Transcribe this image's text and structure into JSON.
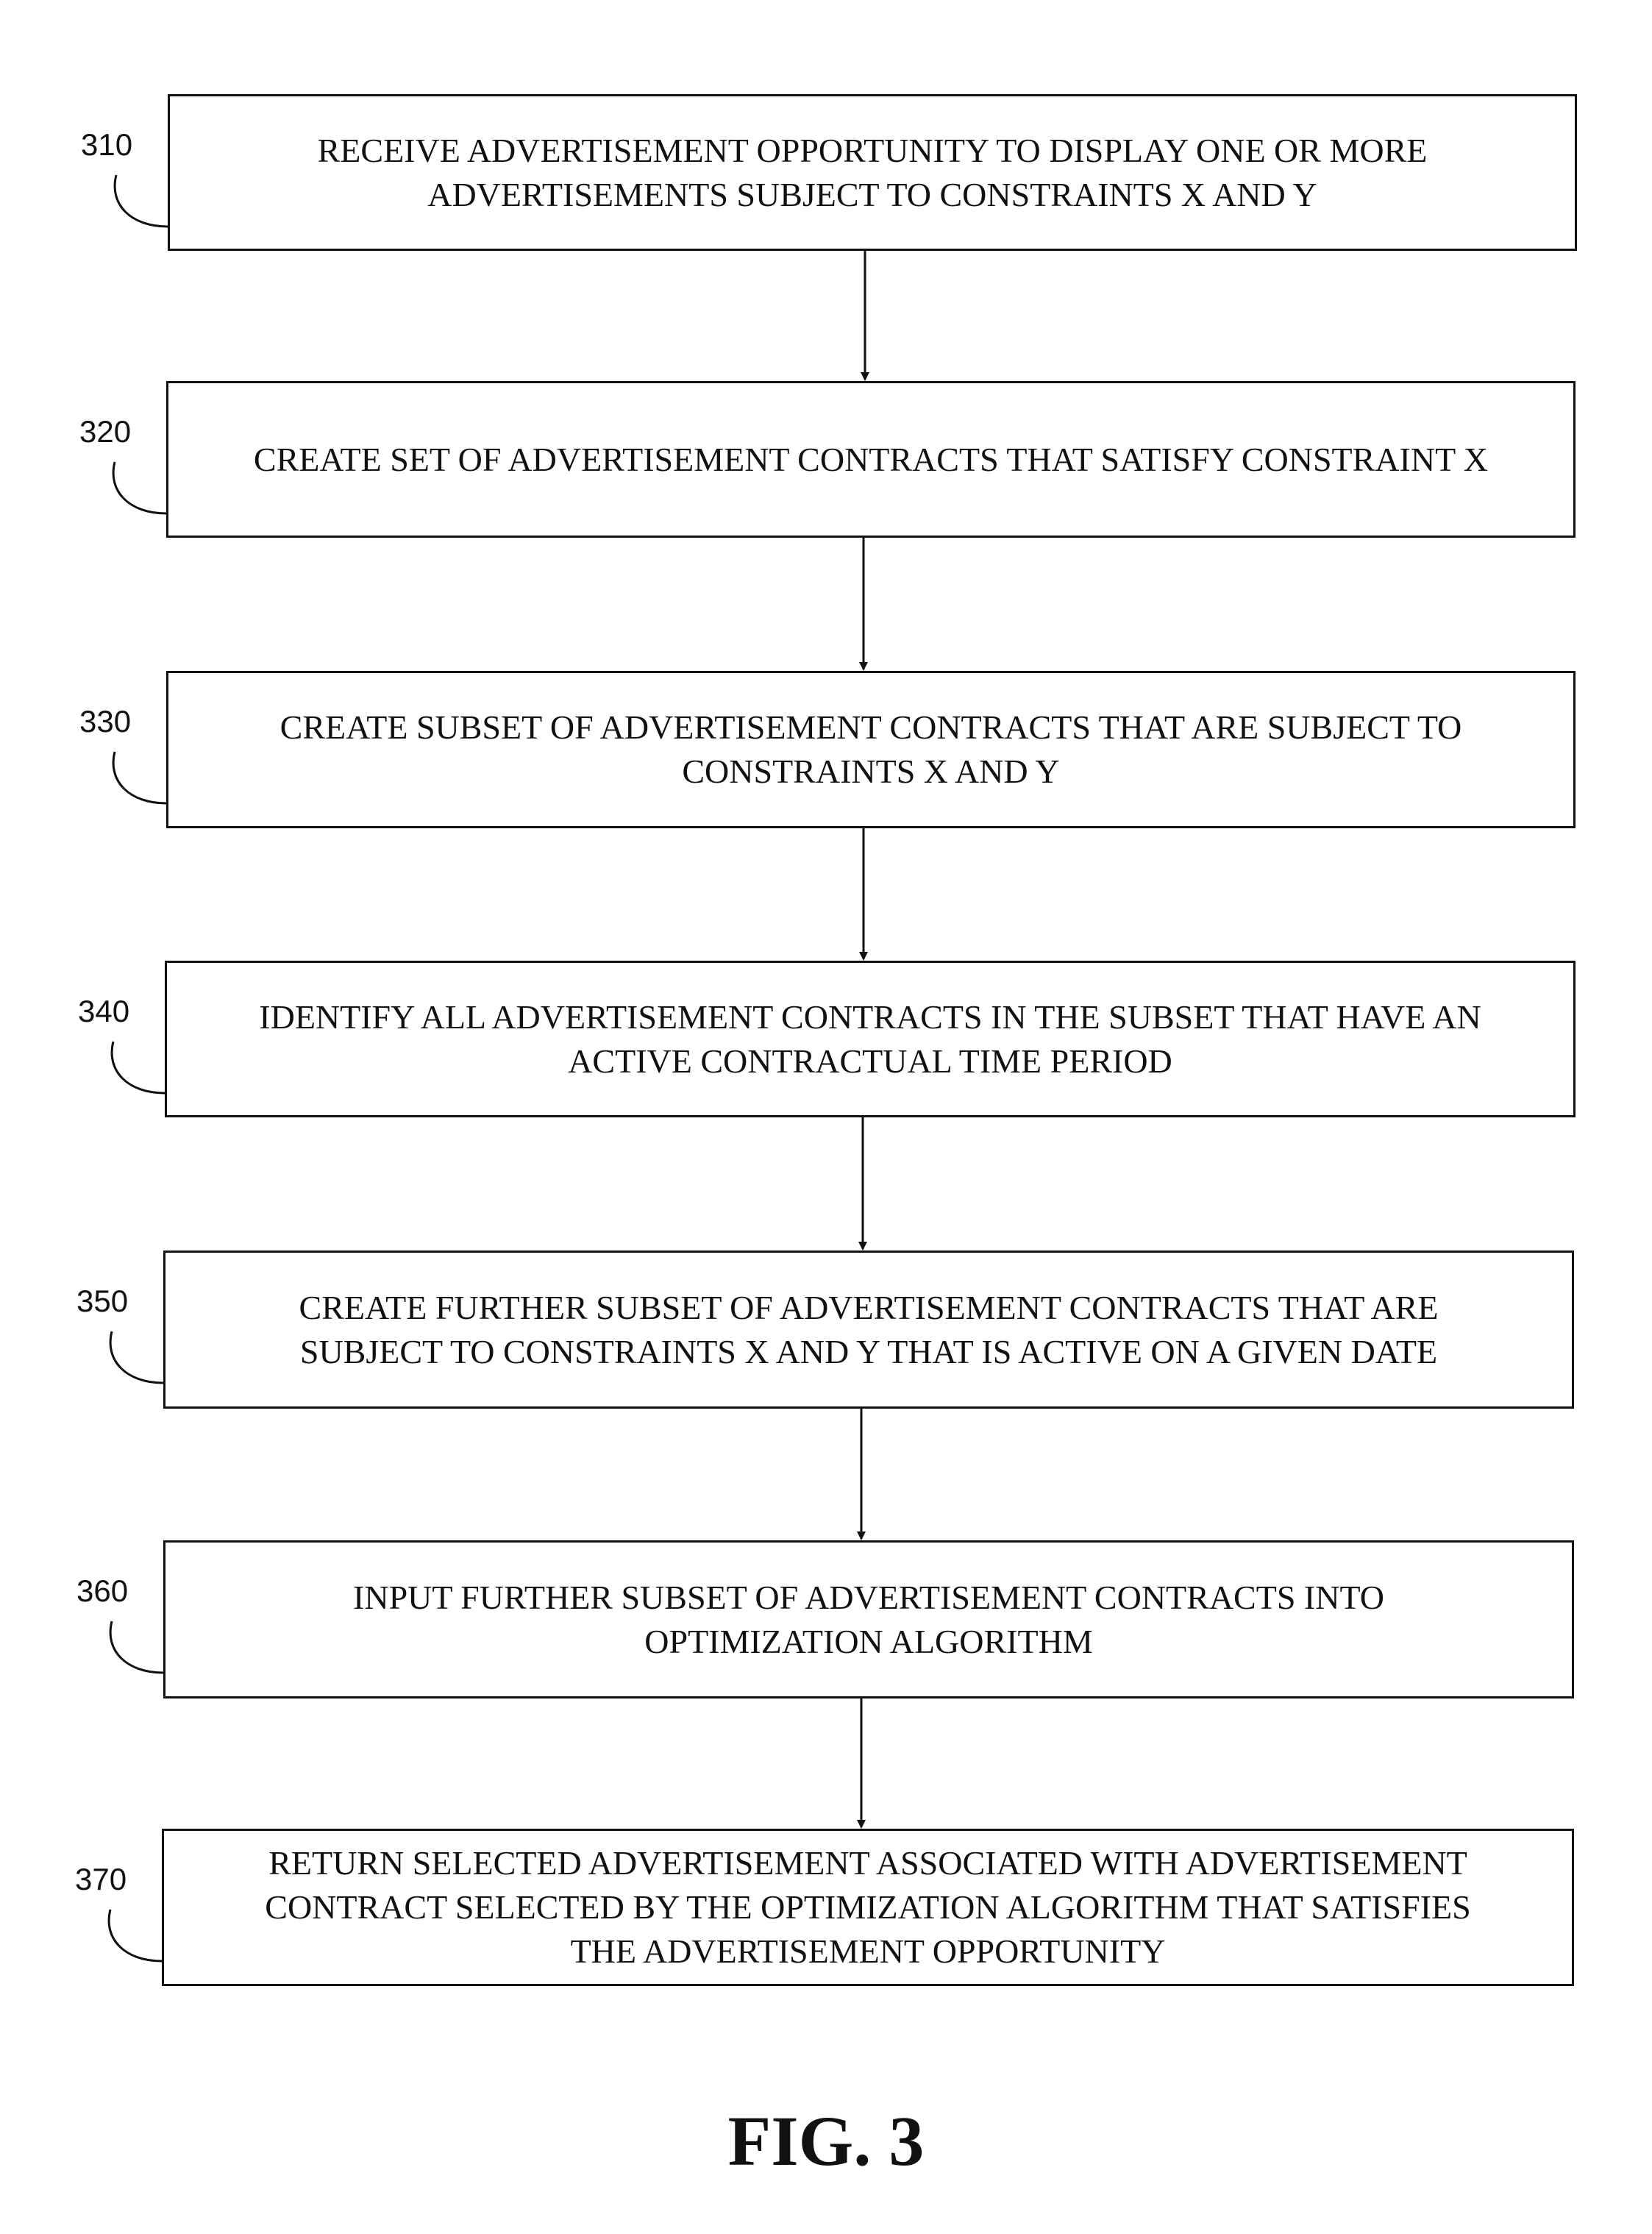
{
  "steps": [
    {
      "ref": "310",
      "lines": [
        "RECEIVE ADVERTISEMENT OPPORTUNITY TO DISPLAY ONE OR MORE",
        "ADVERTISEMENTS SUBJECT TO CONSTRAINTS X AND Y"
      ]
    },
    {
      "ref": "320",
      "lines": [
        "CREATE SET OF ADVERTISEMENT CONTRACTS THAT SATISFY CONSTRAINT X"
      ]
    },
    {
      "ref": "330",
      "lines": [
        "CREATE SUBSET OF ADVERTISEMENT CONTRACTS THAT ARE SUBJECT TO",
        "CONSTRAINTS X AND Y"
      ]
    },
    {
      "ref": "340",
      "lines": [
        "IDENTIFY ALL ADVERTISEMENT CONTRACTS IN THE SUBSET THAT HAVE AN",
        "ACTIVE CONTRACTUAL TIME PERIOD"
      ]
    },
    {
      "ref": "350",
      "lines": [
        "CREATE FURTHER SUBSET OF ADVERTISEMENT CONTRACTS THAT ARE",
        "SUBJECT TO CONSTRAINTS X AND Y THAT IS ACTIVE ON A GIVEN DATE"
      ]
    },
    {
      "ref": "360",
      "lines": [
        "INPUT FURTHER SUBSET OF ADVERTISEMENT CONTRACTS INTO",
        "OPTIMIZATION ALGORITHM"
      ]
    },
    {
      "ref": "370",
      "lines": [
        "RETURN SELECTED ADVERTISEMENT ASSOCIATED WITH ADVERTISEMENT",
        "CONTRACT SELECTED BY THE OPTIMIZATION ALGORITHM THAT SATISFIES",
        "THE ADVERTISEMENT OPPORTUNITY"
      ]
    }
  ],
  "figure_label": "FIG. 3"
}
